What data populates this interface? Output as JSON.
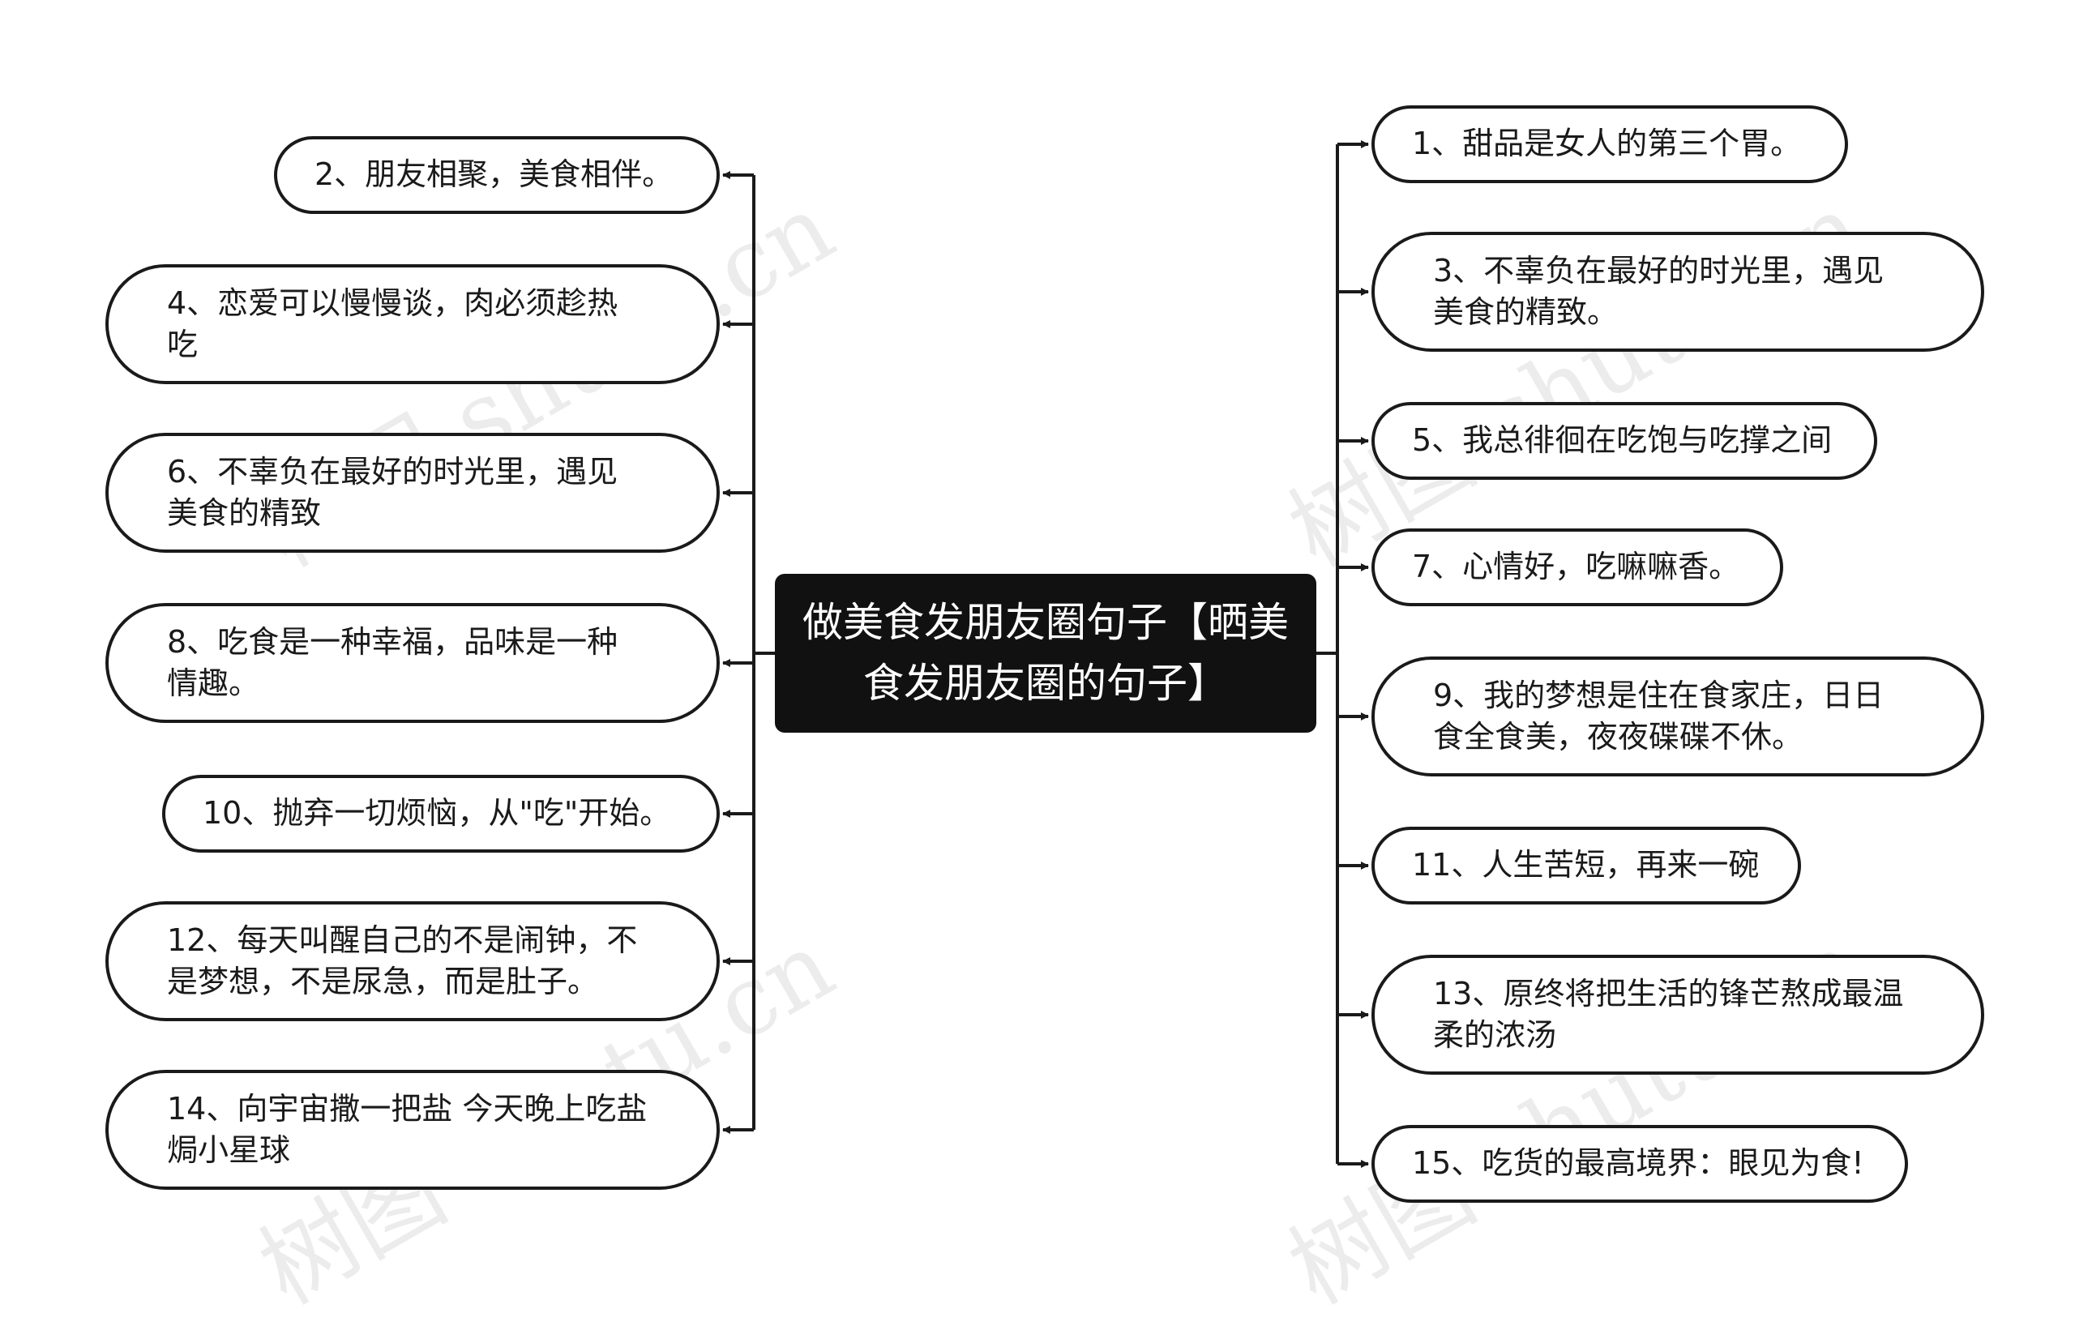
{
  "root": {
    "title": "做美食发朋友圈句子【晒美食发朋友圈的句子】"
  },
  "left_nodes": [
    {
      "id": "2",
      "text": "2、朋友相聚，美食相伴。"
    },
    {
      "id": "4",
      "text": "4、恋爱可以慢慢谈，肉必须趁热吃"
    },
    {
      "id": "6",
      "text": "6、不辜负在最好的时光里，遇见美食的精致"
    },
    {
      "id": "8",
      "text": "8、吃食是一种幸福，品味是一种情趣。"
    },
    {
      "id": "10",
      "text": "10、抛弃一切烦恼，从\"吃\"开始。"
    },
    {
      "id": "12",
      "text": "12、每天叫醒自己的不是闹钟，不是梦想，不是尿急，而是肚子。"
    },
    {
      "id": "14",
      "text": "14、向宇宙撒一把盐 今天晚上吃盐焗小星球"
    }
  ],
  "right_nodes": [
    {
      "id": "1",
      "text": "1、甜品是女人的第三个胃。"
    },
    {
      "id": "3",
      "text": "3、不辜负在最好的时光里，遇见美食的精致。"
    },
    {
      "id": "5",
      "text": "5、我总徘徊在吃饱与吃撑之间"
    },
    {
      "id": "7",
      "text": "7、心情好，吃嘛嘛香。"
    },
    {
      "id": "9",
      "text": "9、我的梦想是住在食家庄，日日食全食美，夜夜碟碟不休。"
    },
    {
      "id": "11",
      "text": "11、人生苦短，再来一碗"
    },
    {
      "id": "13",
      "text": "13、原终将把生活的锋芒熬成最温柔的浓汤"
    },
    {
      "id": "15",
      "text": "15、吃货的最高境界：眼见为食!"
    }
  ],
  "watermark": {
    "text": "树图 shutu.cn"
  },
  "colors": {
    "root_bg": "#111111",
    "root_text": "#ffffff",
    "leaf_border": "#1a1a1a",
    "connector": "#1a1a1a",
    "background": "#ffffff"
  }
}
